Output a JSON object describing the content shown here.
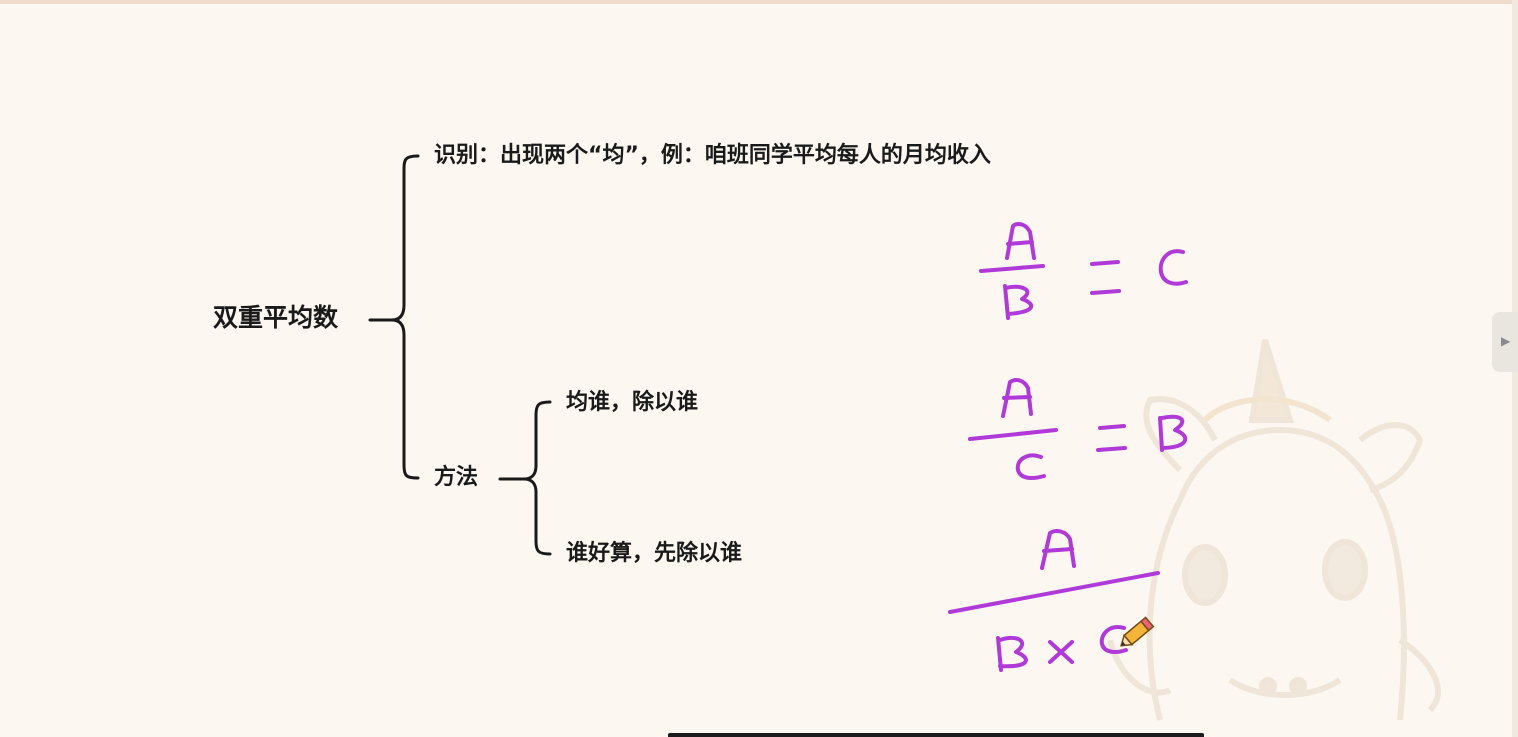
{
  "mindmap": {
    "root": "双重平均数",
    "identify": "识别：出现两个“均”，例：咱班同学平均每人的月均收入",
    "method": {
      "label": "方法",
      "children": [
        "均谁，除以谁",
        "谁好算，先除以谁"
      ]
    }
  },
  "handwriting": {
    "color": "#b03ad8",
    "equations": [
      {
        "numerator": "A",
        "denominator": "B",
        "operator": "=",
        "result": "C"
      },
      {
        "numerator": "A",
        "denominator": "C",
        "operator": "=",
        "result": "B"
      },
      {
        "numerator": "A",
        "denominator": "B × C"
      }
    ]
  },
  "icons": {
    "pencil": "pencil-icon",
    "side_toggle": "chevron-right-icon",
    "watermark": "unicorn-mascot"
  }
}
